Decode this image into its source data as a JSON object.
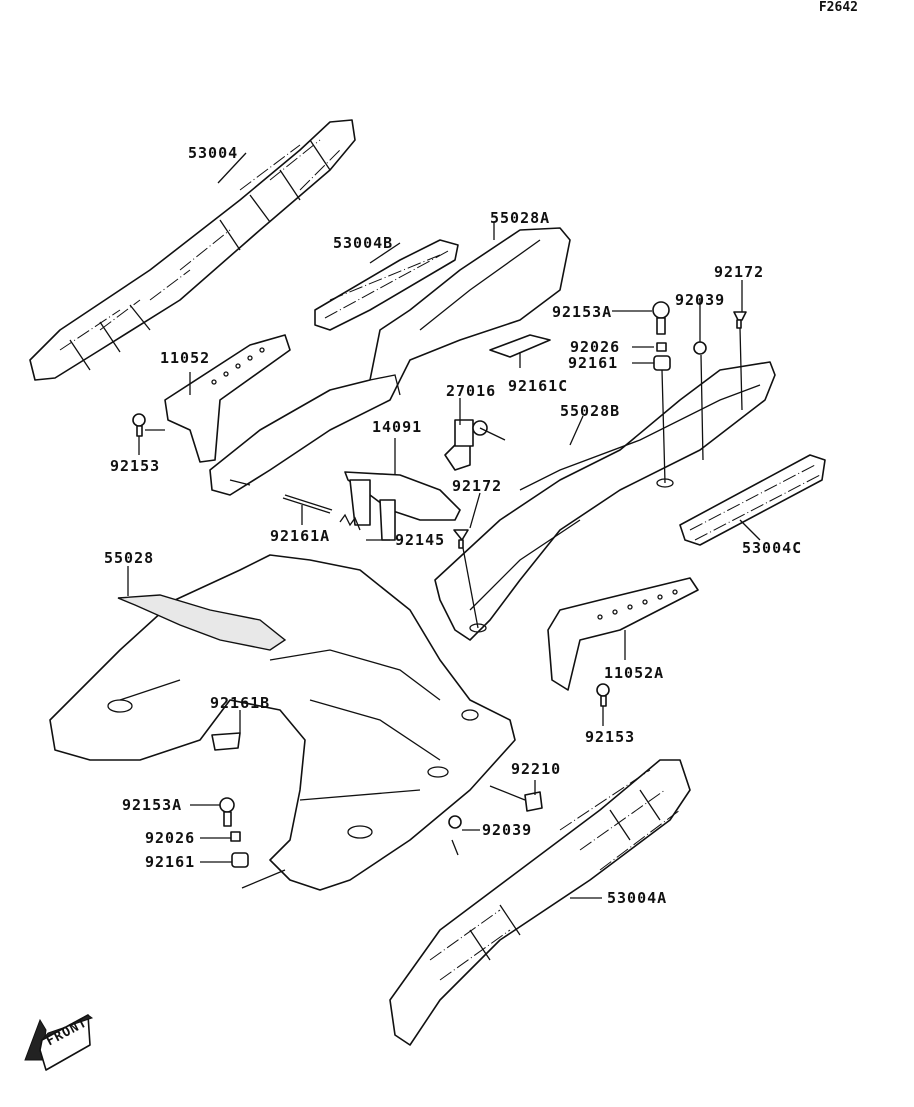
{
  "diagram": {
    "code": "F2642",
    "front_label": "FRONT",
    "parts": {
      "p53004": "53004",
      "p53004B": "53004B",
      "p55028A": "55028A",
      "p92172_top": "92172",
      "p92153A_top": "92153A",
      "p92039_top": "92039",
      "p92026_top": "92026",
      "p92161_top": "92161",
      "p92161C": "92161C",
      "p11052": "11052",
      "p27016": "27016",
      "p55028B": "55028B",
      "p92153_left": "92153",
      "p14091": "14091",
      "p92172_mid": "92172",
      "p92161A": "92161A",
      "p92145": "92145",
      "p53004C": "53004C",
      "p55028": "55028",
      "p11052A": "11052A",
      "p92161B": "92161B",
      "p92153_right": "92153",
      "p92210": "92210",
      "p92153A_bottom": "92153A",
      "p92039_bottom": "92039",
      "p92026_bottom": "92026",
      "p92161_bottom": "92161",
      "p53004A": "53004A"
    }
  }
}
